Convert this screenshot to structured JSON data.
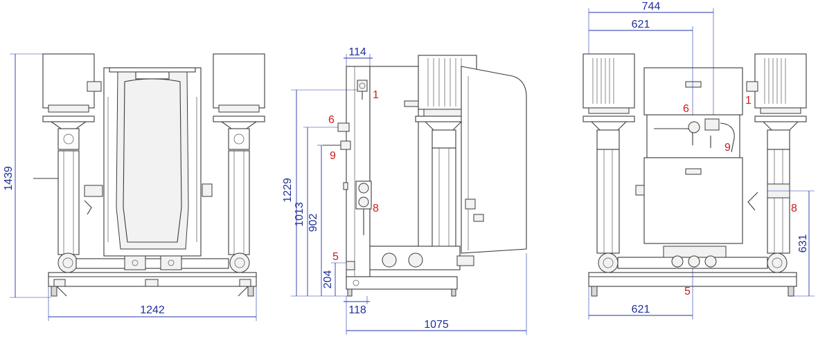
{
  "colors": {
    "dimension": "#2233aa",
    "reference": "#d01818",
    "line": "#3a3a3a"
  },
  "front_view": {
    "dims": {
      "width": "1242",
      "height": "1439"
    }
  },
  "side_view": {
    "dims": {
      "top": "114",
      "h1229": "1229",
      "h1013": "1013",
      "h902": "902",
      "h204": "204",
      "bottom": "118",
      "depth": "1075"
    },
    "refs": {
      "r1": "1",
      "r6": "6",
      "r9": "9",
      "r8": "8",
      "r5": "5"
    }
  },
  "rear_view": {
    "dims": {
      "top744": "744",
      "top621": "621",
      "right631": "631",
      "bottom621": "621"
    },
    "refs": {
      "r6": "6",
      "r9": "9",
      "r1": "1",
      "r8": "8",
      "r5": "5"
    }
  }
}
